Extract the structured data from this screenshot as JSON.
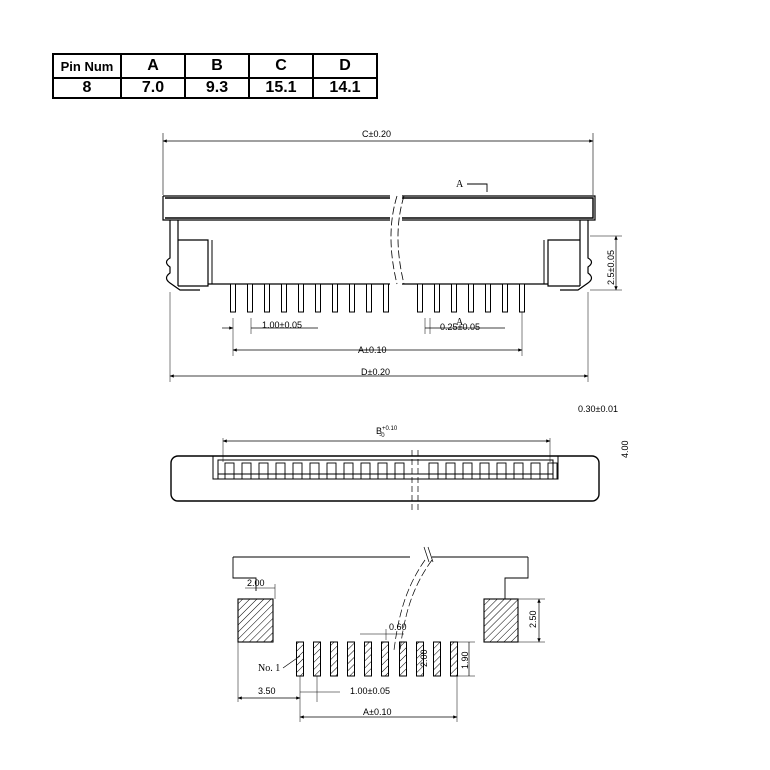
{
  "table": {
    "headers": [
      "Pin Num",
      "A",
      "B",
      "C",
      "D"
    ],
    "values": [
      "8",
      "7.0",
      "9.3",
      "15.1",
      "14.1"
    ]
  },
  "top_view": {
    "dim_c": "C±0.20",
    "view_label": "A",
    "dim_height": "2.5±0.05",
    "dim_pitch": "1.00±0.05",
    "dim_pin_width": "0.25±0.05",
    "dim_pin_label": "A",
    "dim_a": "A±0.10",
    "dim_d": "D±0.20"
  },
  "front_view": {
    "dim_thickness": "0.30±0.01",
    "dim_height": "4.00",
    "dim_b_base": "B",
    "dim_b_upper": "+0.10",
    "dim_b_lower": "-0"
  },
  "footprint": {
    "dim_2_00": "2.00",
    "dim_2_50": "2.50",
    "dim_0_60": "0.60",
    "dim_2_00_vertical": "2.00",
    "dim_1_90": "1.90",
    "pin1_label": "No. 1",
    "dim_3_50": "3.50",
    "dim_pitch": "1.00±0.05",
    "dim_a": "A±0.10"
  }
}
